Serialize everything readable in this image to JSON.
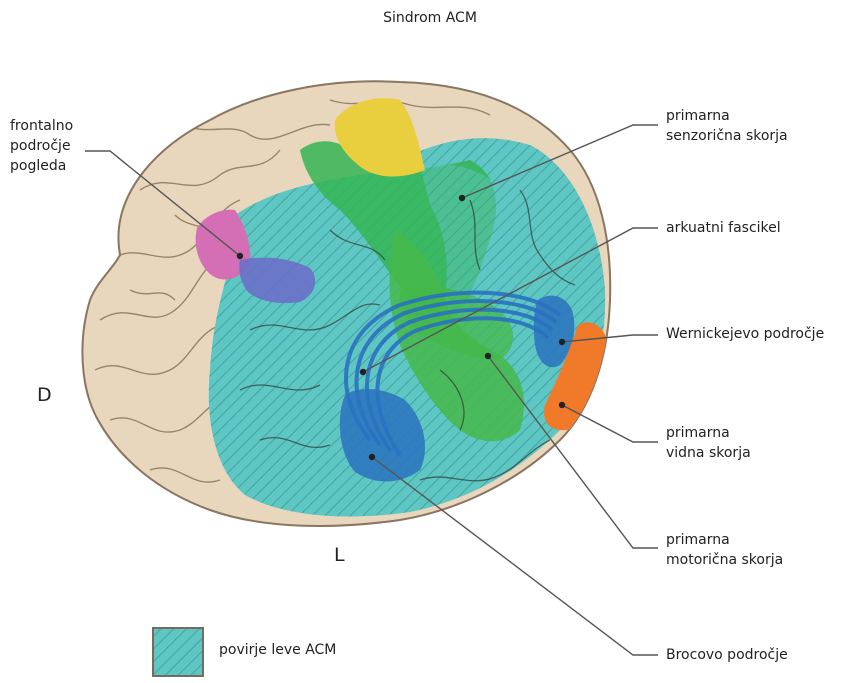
{
  "title": "Sindrom ACM",
  "orientation": {
    "left": "D",
    "bottom": "L"
  },
  "labels": {
    "frontal_eye_field": [
      "frontalno",
      "področje",
      "pogleda"
    ],
    "primary_somatosensory": [
      "primarna",
      "senzorična skorja"
    ],
    "arcuate_fasciculus": [
      "arkuatni fascikel"
    ],
    "wernicke": [
      "Wernickejevo področje"
    ],
    "primary_visual": [
      "primarna",
      "vidna skorja"
    ],
    "primary_motor": [
      "primarna",
      "motorična skorja"
    ],
    "broca": [
      "Brocovo področje"
    ]
  },
  "legend": {
    "label": "povirje leve ACM"
  },
  "colors": {
    "brain": "#e8d6bd",
    "brain_outline": "#8a7560",
    "acm_territory": "#5ec6c3",
    "hatch": "#3f9a98",
    "sensory": "#2eb24f",
    "motor": "#49b84a",
    "yellow_region": "#e9cf3e",
    "frontal_eye_field": "#d46fb5",
    "purple_region": "#6a70c8",
    "broca_wernicke": "#2a72c0",
    "visual": "#f07a2a"
  }
}
